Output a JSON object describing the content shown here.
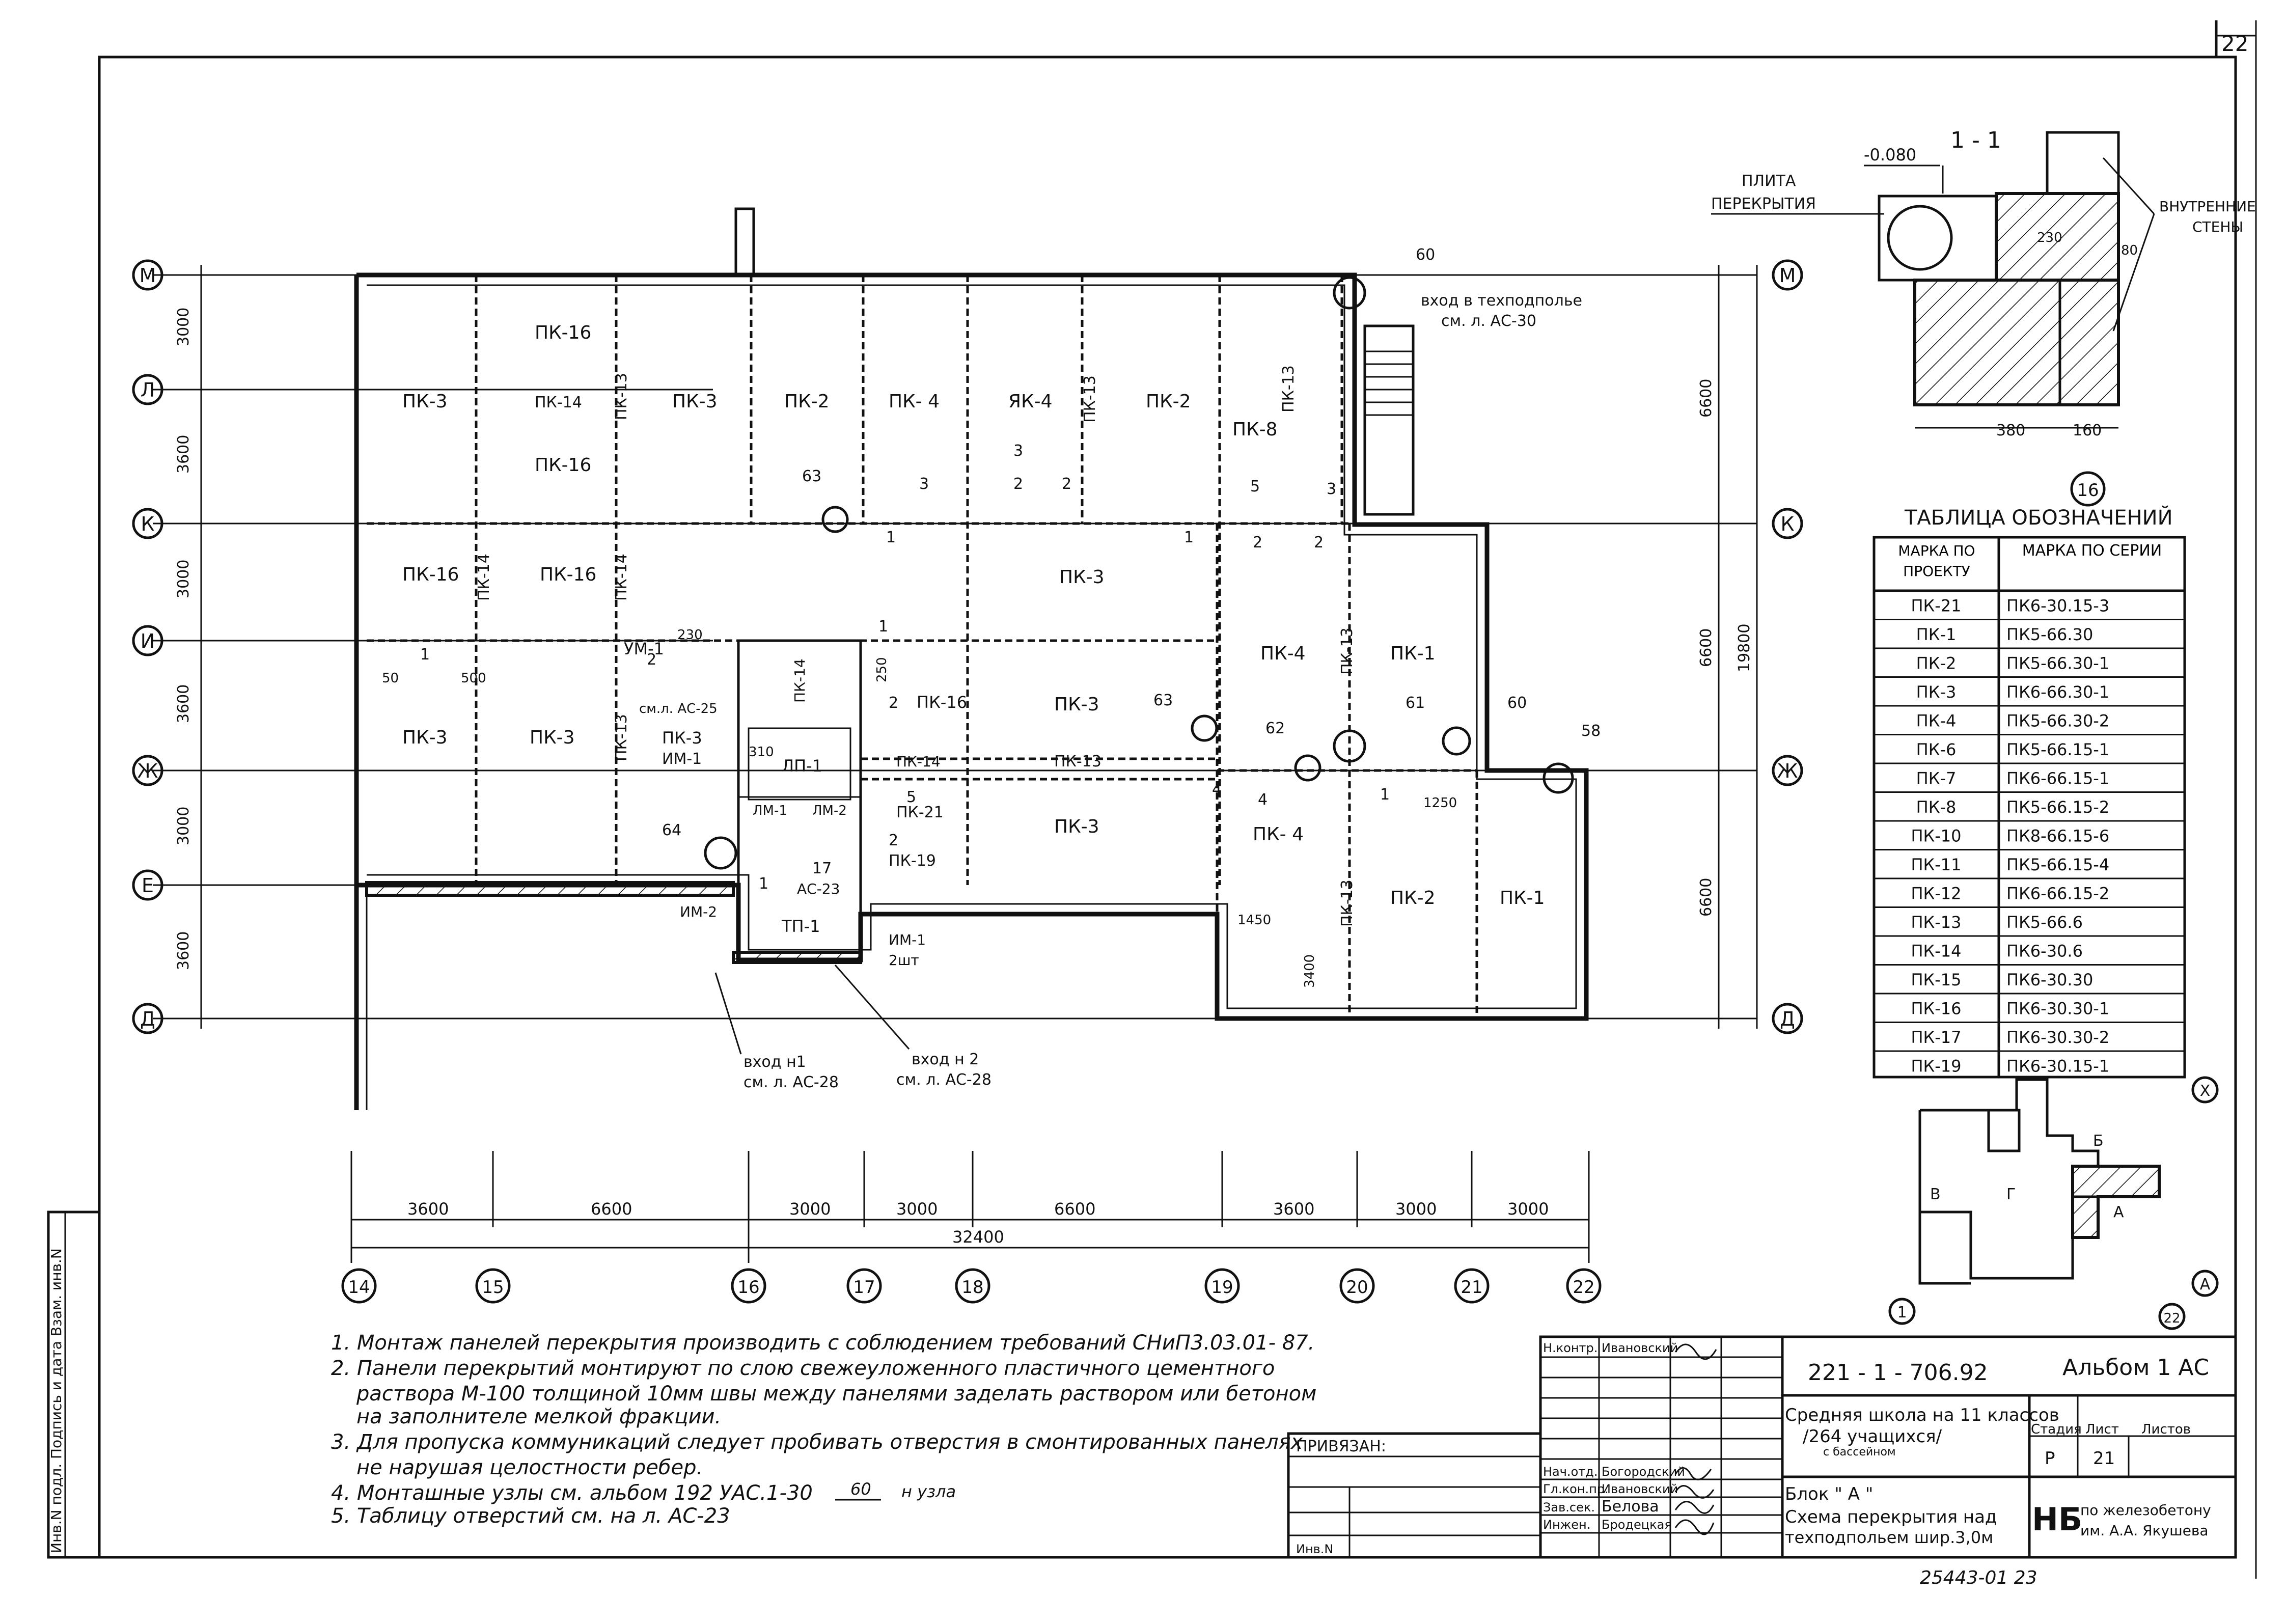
{
  "sheet_number": "22",
  "axes": {
    "left_letters": [
      "М",
      "Л",
      "К",
      "И",
      "Ж",
      "Е",
      "Д"
    ],
    "right_letters": [
      "М",
      "К",
      "Ж",
      "Д"
    ],
    "bottom_numbers": [
      "14",
      "15",
      "16",
      "17",
      "18",
      "19",
      "20",
      "21",
      "22"
    ],
    "left_dims": [
      "3000",
      "3600",
      "3000",
      "3600",
      "3000",
      "3600"
    ],
    "right_dims": [
      "6600",
      "6600",
      "6600"
    ],
    "right_total": "19800",
    "bottom_dims": [
      "3600",
      "6600",
      "3000",
      "3000",
      "6600",
      "3600",
      "3000",
      "3000"
    ],
    "bottom_total": "32400"
  },
  "panels": [
    {
      "label": "ПК-16"
    },
    {
      "label": "ПК-3"
    },
    {
      "label": "ПК-14"
    },
    {
      "label": "ПК-13"
    },
    {
      "label": "ПК-3"
    },
    {
      "label": "ПК-2"
    },
    {
      "label": "ПК- 4"
    },
    {
      "label": "ЯК-4"
    },
    {
      "label": "ПК-13"
    },
    {
      "label": "ПК-2"
    },
    {
      "label": "ПК-13"
    },
    {
      "label": "ПК-8"
    },
    {
      "label": "ПК-16"
    },
    {
      "label": "ПК-16"
    },
    {
      "label": "ПК-14"
    },
    {
      "label": "ПК-16"
    },
    {
      "label": "ПК-14"
    },
    {
      "label": "ПК-3"
    },
    {
      "label": "ПК-4"
    },
    {
      "label": "ПК-13"
    },
    {
      "label": "ПК-1"
    },
    {
      "label": "ПК-3"
    },
    {
      "label": "ПК-3"
    },
    {
      "label": "ПК-13"
    },
    {
      "label": "ПК-3"
    },
    {
      "label": "ИМ-1"
    },
    {
      "label": "УМ-1"
    },
    {
      "label": "ЛП-1"
    },
    {
      "label": "ПК-14"
    },
    {
      "label": "ПК-16"
    },
    {
      "label": "ПК-3"
    },
    {
      "label": "ПК-14"
    },
    {
      "label": "ПК-13"
    },
    {
      "label": "ПК-21"
    },
    {
      "label": "ЛМ-1"
    },
    {
      "label": "ЛМ-2"
    },
    {
      "label": "ПК-19"
    },
    {
      "label": "ПК-3"
    },
    {
      "label": "ПК- 4"
    },
    {
      "label": "ПК-13"
    },
    {
      "label": "ПК-2"
    },
    {
      "label": "ПК-1"
    },
    {
      "label": "ТП-1"
    },
    {
      "label": "ИМ-2"
    },
    {
      "label": "ИМ-1"
    }
  ],
  "node_marks": [
    "63",
    "3",
    "3",
    "2",
    "2",
    "1",
    "5",
    "3",
    "1",
    "2",
    "2",
    "1",
    "2",
    "1",
    "2",
    "63",
    "62",
    "61",
    "60",
    "58",
    "4",
    "4",
    "5",
    "2",
    "64",
    "17",
    "1",
    "1",
    "60"
  ],
  "plan_dims": [
    "50",
    "500",
    "230",
    "250",
    "310",
    "1250",
    "1450",
    "3400"
  ],
  "plan_notes": {
    "entrance_tech": "вход в техподполье",
    "entrance_tech_ref": "см. л. АС-30",
    "um_ref": "см.л. АС-25",
    "ac23_ref": "АС-23",
    "entrance1": "вход н1",
    "entrance1_ref": "см. л. АС-28",
    "entrance2": "вход н 2",
    "entrance2_ref": "см. л. АС-28",
    "im_qty": "2шт"
  },
  "section": {
    "title": "1 - 1",
    "level": "-0.080",
    "slab_label_1": "ПЛИТА",
    "slab_label_2": "ПЕРЕКРЫТИЯ",
    "wall_label_1": "ВНУТРЕННИЕ",
    "wall_label_2": "СТЕНЫ",
    "dim_230": "230",
    "dim_80": "80",
    "dim_380": "380",
    "dim_160": "160",
    "axis": "16"
  },
  "legend": {
    "title": "ТАБЛИЦА  ОБОЗНАЧЕНИЙ",
    "col1": "МАРКА ПО ПРОЕКТУ",
    "col2": "МАРКА ПО СЕРИИ",
    "rows": [
      [
        "ПК-21",
        "ПК6-30.15-3"
      ],
      [
        "ПК-1",
        "ПК5-66.30"
      ],
      [
        "ПК-2",
        "ПК5-66.30-1"
      ],
      [
        "ПК-3",
        "ПК6-66.30-1"
      ],
      [
        "ПК-4",
        "ПК5-66.30-2"
      ],
      [
        "ПК-6",
        "ПК5-66.15-1"
      ],
      [
        "ПК-7",
        "ПК6-66.15-1"
      ],
      [
        "ПК-8",
        "ПК5-66.15-2"
      ],
      [
        "ПК-10",
        "ПК8-66.15-6"
      ],
      [
        "ПК-11",
        "ПК5-66.15-4"
      ],
      [
        "ПК-12",
        "ПК6-66.15-2"
      ],
      [
        "ПК-13",
        "ПК5-66.6"
      ],
      [
        "ПК-14",
        "ПК6-30.6"
      ],
      [
        "ПК-15",
        "ПК6-30.30"
      ],
      [
        "ПК-16",
        "ПК6-30.30-1"
      ],
      [
        "ПК-17",
        "ПК6-30.30-2"
      ],
      [
        "ПК-19",
        "ПК6-30.15-1"
      ]
    ]
  },
  "key_plan": {
    "blocks": [
      "Б",
      "В",
      "Г",
      "А"
    ],
    "axes": [
      "Х",
      "1",
      "22",
      "А"
    ]
  },
  "notes": [
    "1.  Монтаж  панелей  перекрытия  производить  с соблюдением  требований  СНиП3.03.01- 87.",
    "2.  Панели  перекрытий  монтируют  по  слою  свежеуложенного  пластичного  цементного",
    "раствора  М-100  толщиной  10мм  швы  между  панелями  заделать  раствором  или  бетоном",
    "на  заполнителе   мелкой  фракции.",
    "3.  Для  пропуска  коммуникаций  следует  пробивать  отверстия   в  смонтированных  панелях",
    "не  нарушая  целостности  ребер.",
    "4.  Монташные  узлы  см.  альбом 192 УАС.1-30",
    "5.  Таблицу  отверстий  см.  на  л.  АС-23"
  ],
  "note4_fraction": {
    "num": "60",
    "unit": "н узла"
  },
  "title_block": {
    "roles": [
      "Н.контр.",
      "Нач.отд.",
      "Гл.кон.пр.",
      "Зав.сек.",
      "Инжен."
    ],
    "names": [
      "Ивановский",
      "Богородский",
      "Ивановский",
      "Белова",
      "Бродецкая"
    ],
    "code": "221 - 1 - 706.92",
    "album": "Альбом 1  АС",
    "project_1": "Средняя школа на 11 классов",
    "project_2": "/264 учащихся/",
    "project_3": "с бассейном",
    "stage_h": "Стадия",
    "sheet_h": "Лист",
    "sheets_h": "Листов",
    "stage": "Р",
    "sheet": "21",
    "block": "Блок \" А \"",
    "drawing_1": "Схема перекрытия над",
    "drawing_2": "техподпольем шир.3,0м",
    "org_mark": "НБ",
    "org_1": "по железобетону",
    "org_2": "им. А.А. Якушева",
    "bound": "ПРИВЯЗАН:",
    "inv": "Инв.N",
    "side_stamp": "Инв.N подл.   Подпись и дата   Взам. инв.N",
    "archive": "25443-01    23"
  }
}
